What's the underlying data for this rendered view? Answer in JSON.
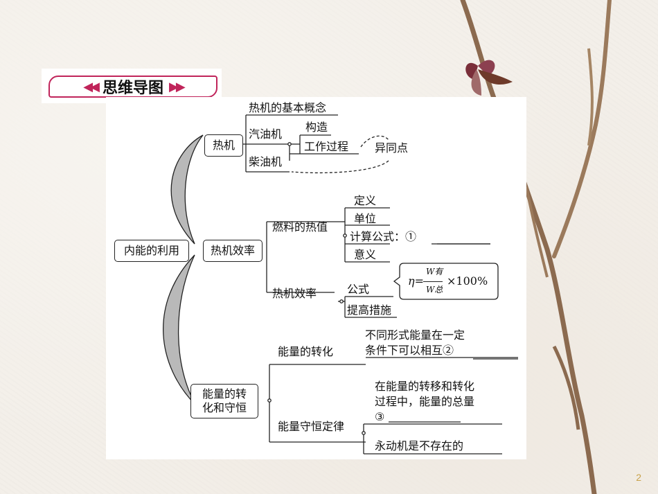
{
  "header": {
    "title": "思维导图",
    "left_arrows": "◀◀",
    "right_arrows": "▶▶"
  },
  "mindmap": {
    "root": "内能的利用",
    "heat_engine": {
      "label": "热机",
      "basic_concept": "热机的基本概念",
      "gasoline": "汽油机",
      "diesel": "柴油机",
      "structure": "构造",
      "working_process": "工作过程",
      "differences": "异同点"
    },
    "efficiency": {
      "label": "热机效率",
      "fuel_heat_value": "燃料的热值",
      "definition": "定义",
      "unit": "单位",
      "formula": "计算公式：①",
      "meaning": "意义",
      "engine_efficiency": "热机效率",
      "efficiency_formula": "公式",
      "eta": "η=",
      "w_useful": "W有",
      "w_total": "W总",
      "times_100": "×100%",
      "improve": "提高措施"
    },
    "energy": {
      "label_line1": "能量的转",
      "label_line2": "化和守恒",
      "conversion": "能量的转化",
      "conversion_desc_line1": "不同形式能量在一定",
      "conversion_desc_line2": "条件下可以相互②",
      "conservation_law": "能量守恒定律",
      "conservation_desc_line1": "在能量的转移和转化",
      "conservation_desc_line2": "过程中，能量的总量",
      "conservation_desc_line3": "③",
      "perpetual_motion": "永动机是不存在的"
    }
  },
  "page_number": "2",
  "colors": {
    "accent": "#c0245a",
    "page_number": "#c8a24a"
  }
}
